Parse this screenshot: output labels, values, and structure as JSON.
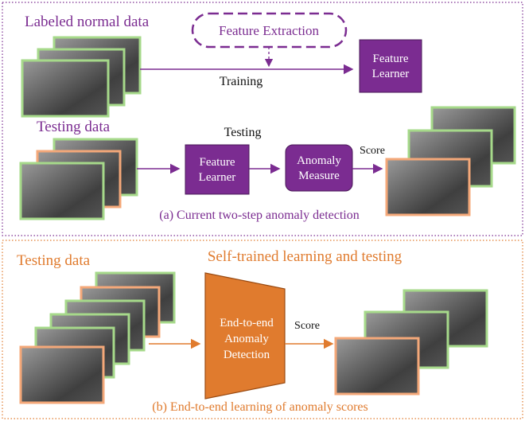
{
  "panel_a": {
    "training_data_label": "Labeled normal data",
    "feature_extraction_label": "Feature Extraction",
    "training_label": "Training",
    "feature_learner_train_label": [
      "Feature",
      "Learner"
    ],
    "testing_data_label": "Testing data",
    "testing_label": "Testing",
    "feature_learner_test_label": [
      "Feature",
      "Learner"
    ],
    "anomaly_measure_label": [
      "Anomaly",
      "Measure"
    ],
    "score_label": "Score",
    "caption": "(a) Current two-step anomaly detection"
  },
  "panel_b": {
    "testing_data_label": "Testing data",
    "title": "Self-trained learning and testing",
    "end_to_end_label": [
      "End-to-end",
      "Anomaly",
      "Detection"
    ],
    "score_label": "Score",
    "caption": "(b) End-to-end learning of anomaly scores"
  },
  "colors": {
    "purple": "#7b2c91",
    "orange": "#e07b2e",
    "normal_frame": "#a6d98a",
    "anomaly_frame": "#f4a879"
  }
}
